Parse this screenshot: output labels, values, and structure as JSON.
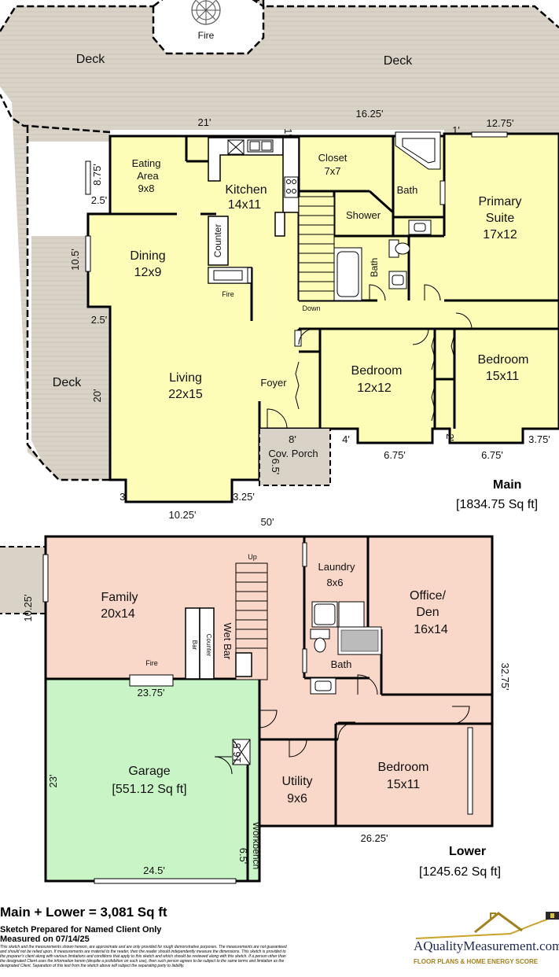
{
  "plan": {
    "main": {
      "title": "Main",
      "area": "[1834.75 Sq ft]",
      "rooms": {
        "deck_left": "Deck",
        "deck_right": "Deck",
        "deck_lower": "Deck",
        "fire_outdoor": "Fire",
        "eating_area": [
          "Eating",
          "Area",
          "9x8"
        ],
        "kitchen": [
          "Kitchen",
          "14x11"
        ],
        "closet": [
          "Closet",
          "7x7"
        ],
        "bath_primary": "Bath",
        "shower": "Shower",
        "bath_hall": "Bath",
        "primary_suite": [
          "Primary",
          "Suite",
          "17x12"
        ],
        "dining": [
          "Dining",
          "12x9"
        ],
        "counter": "Counter",
        "fire_indoor": "Fire",
        "down": "Down",
        "living": [
          "Living",
          "22x15"
        ],
        "foyer": "Foyer",
        "bedroom_1": [
          "Bedroom",
          "12x12"
        ],
        "bedroom_2": [
          "Bedroom",
          "15x11"
        ],
        "cov_porch": "Cov. Porch"
      },
      "dimensions": {
        "d_16_25": "16.25'",
        "d_21": "21'",
        "d_1a": "1'",
        "d_1b": "1'",
        "d_12_75": "12.75'",
        "d_8_75": "8.75'",
        "d_2_5a": "2.5'",
        "d_10_5": "10.5'",
        "d_2_5b": "2.5'",
        "d_20": "20'",
        "d_8": "8'",
        "d_4": "4'",
        "d_2": "2'",
        "d_3_75": "3.75'",
        "d_6_75a": "6.75'",
        "d_6_75b": "6.75'",
        "d_6_5": "6.5'",
        "d_3": "3'",
        "d_3_25": "3.25'",
        "d_10_25": "10.25'"
      }
    },
    "lower": {
      "title": "Lower",
      "area": "[1245.62 Sq ft]",
      "rooms": {
        "up": "Up",
        "family": [
          "Family",
          "20x14"
        ],
        "laundry": [
          "Laundry",
          "8x6"
        ],
        "office": [
          "Office/",
          "Den",
          "16x14"
        ],
        "bar": "Bar",
        "counter": "Counter",
        "wet_bar": "Wet Bar",
        "fire": "Fire",
        "bath": "Bath",
        "garage": [
          "Garage",
          "[551.12 Sq ft]"
        ],
        "utility": [
          "Utility",
          "9x6"
        ],
        "bedroom": [
          "Bedroom",
          "15x11"
        ],
        "workbench": "Workbench"
      },
      "dimensions": {
        "d_50": "50'",
        "d_10_25": "10.25'",
        "d_23_75": "23.75'",
        "d_32_75": "32.75'",
        "d_16_5": "16.5'",
        "d_23": "23'",
        "d_26_25": "26.25'",
        "d_6_5": "6.5'",
        "d_24_5": "24.5'"
      }
    }
  },
  "summary": {
    "total": "Main + Lower = 3,081 Sq ft",
    "prepared": "Sketch Prepared for Named Client Only",
    "measured": "Measured on 07/14/25",
    "disclaimer": "This sketch and the measurements shown hereon, are approximate and are only provided for rough demonstrative purposes. The measurements are not guaranteed and should not be relied upon. If measurements are material to the reader, then the reader should independently measure the dimensions. This sketch is provided to the preparer's client along with various limitations and conditions that apply to this sketch and which should be reviewed along with this sketch. If a person other than the designated Client uses the information herein (despite a prohibition on such use), then such person agrees to be subject to the same terms and limitation as the designated Client. Separation of this text from the sketch above will subject the separating party to liability."
  },
  "logo": {
    "name": "AQualityMeasurement.com",
    "tagline": "FLOOR PLANS & HOME ENERGY SCORE"
  },
  "colors": {
    "deck": "#d9d2c6",
    "main_rooms": "#fdfdb8",
    "lower_rooms": "#f9d7c9",
    "garage": "#c8f4c6",
    "porch": "#d9d2c6",
    "wall": "#000000"
  }
}
